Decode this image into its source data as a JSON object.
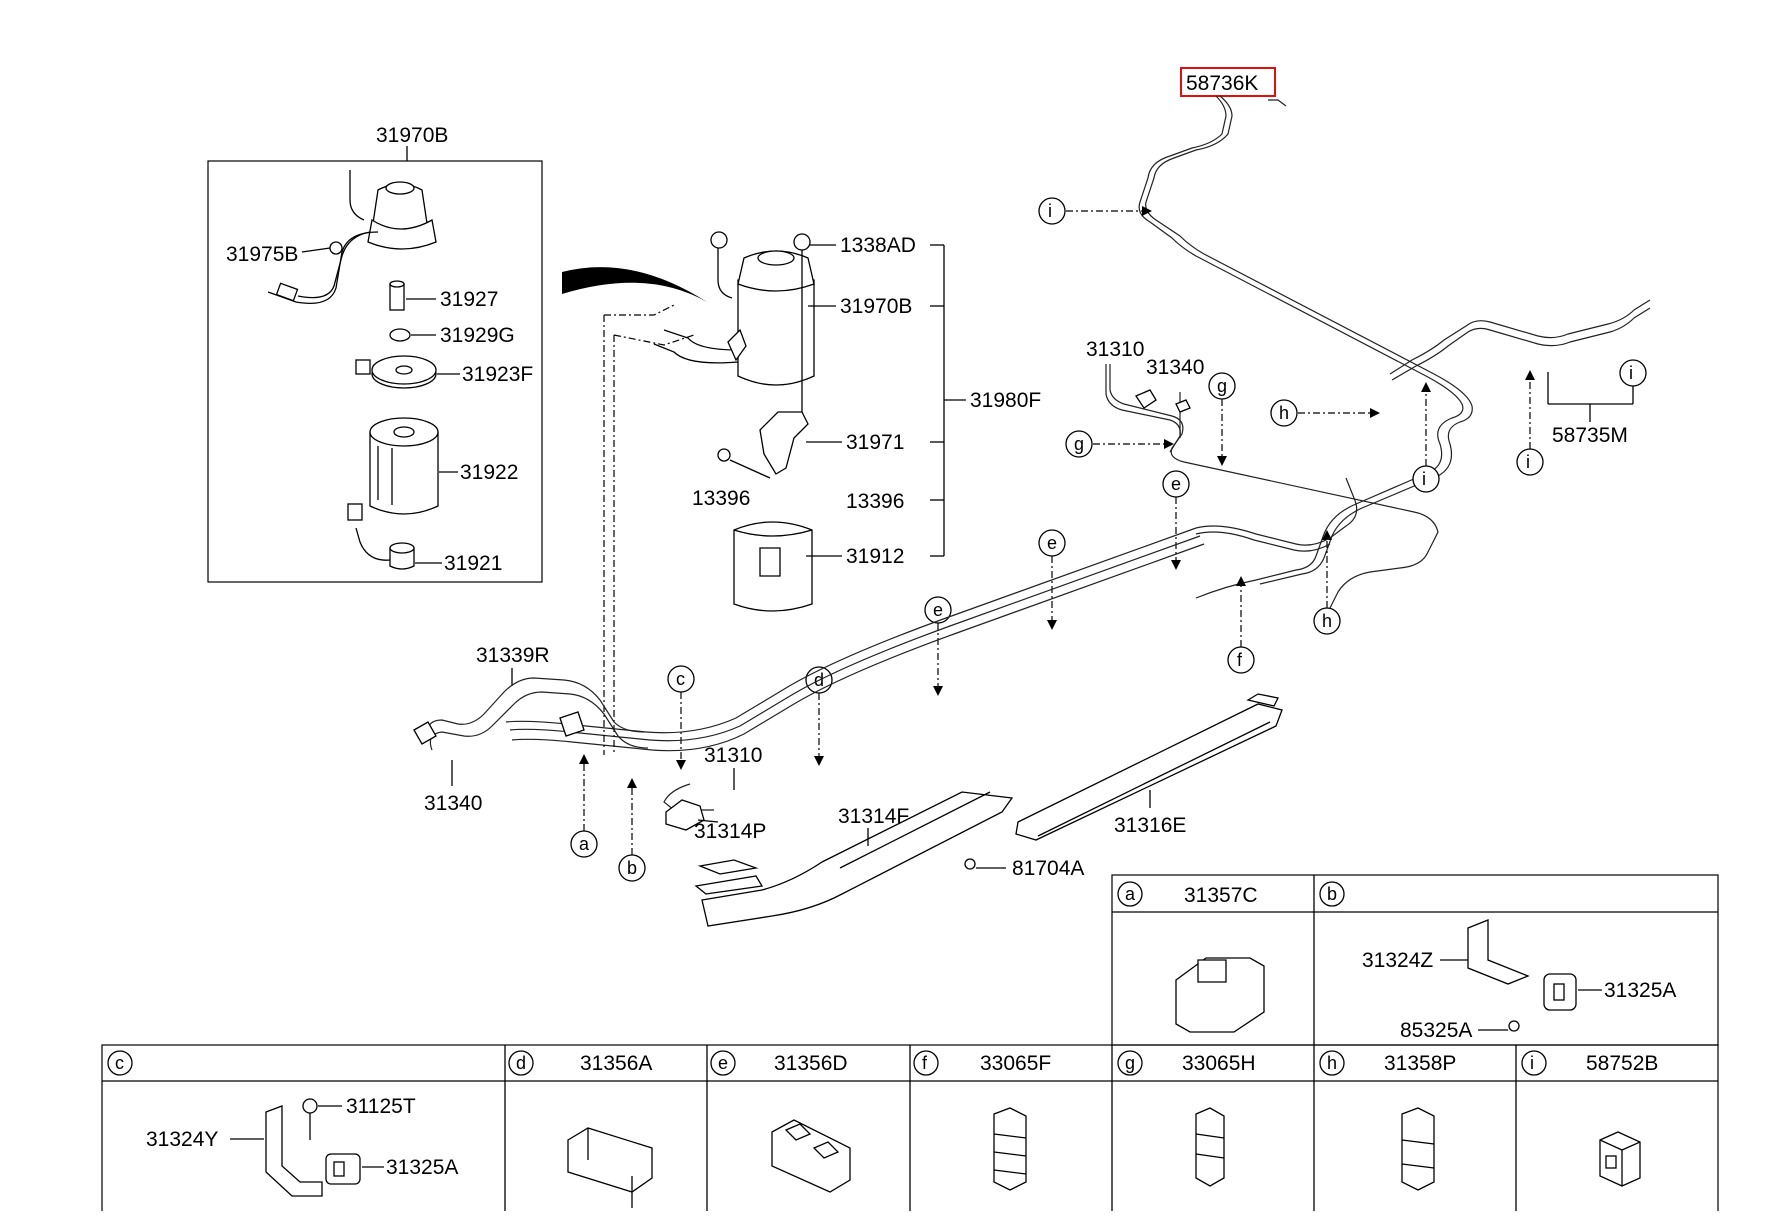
{
  "labels": {
    "p58736K": "58736K",
    "p31970B_top": "31970B",
    "p31975B": "31975B",
    "p31927": "31927",
    "p31929G": "31929G",
    "p31923F": "31923F",
    "p31922": "31922",
    "p31921": "31921",
    "p1338AD": "1338AD",
    "p31970B": "31970B",
    "p31980F": "31980F",
    "p31971": "31971",
    "p13396_a": "13396",
    "p13396_b": "13396",
    "p31912": "31912",
    "p31310_a": "31310",
    "p31340_a": "31340",
    "p58735M": "58735M",
    "p31339R": "31339R",
    "p31340_b": "31340",
    "p31310_b": "31310",
    "p31314P": "31314P",
    "p31314F": "31314F",
    "p31316E": "31316E",
    "p81704A": "81704A"
  },
  "callouts": {
    "a": "a",
    "b": "b",
    "c": "c",
    "d": "d",
    "e": "e",
    "f": "f",
    "g": "g",
    "h": "h",
    "i": "i"
  },
  "legend": {
    "a": {
      "letter": "a",
      "part": "31357C"
    },
    "b": {
      "letter": "b",
      "parts": [
        "31324Z",
        "31325A",
        "85325A"
      ]
    },
    "c": {
      "letter": "c",
      "parts": [
        "31125T",
        "31324Y",
        "31325A"
      ]
    },
    "d": {
      "letter": "d",
      "part": "31356A"
    },
    "e": {
      "letter": "e",
      "part": "31356D"
    },
    "f": {
      "letter": "f",
      "part": "33065F"
    },
    "g": {
      "letter": "g",
      "part": "33065H"
    },
    "h": {
      "letter": "h",
      "part": "31358P"
    },
    "i": {
      "letter": "i",
      "part": "58752B"
    }
  },
  "highlight": {
    "part": "58736K",
    "color": "#e01010"
  }
}
